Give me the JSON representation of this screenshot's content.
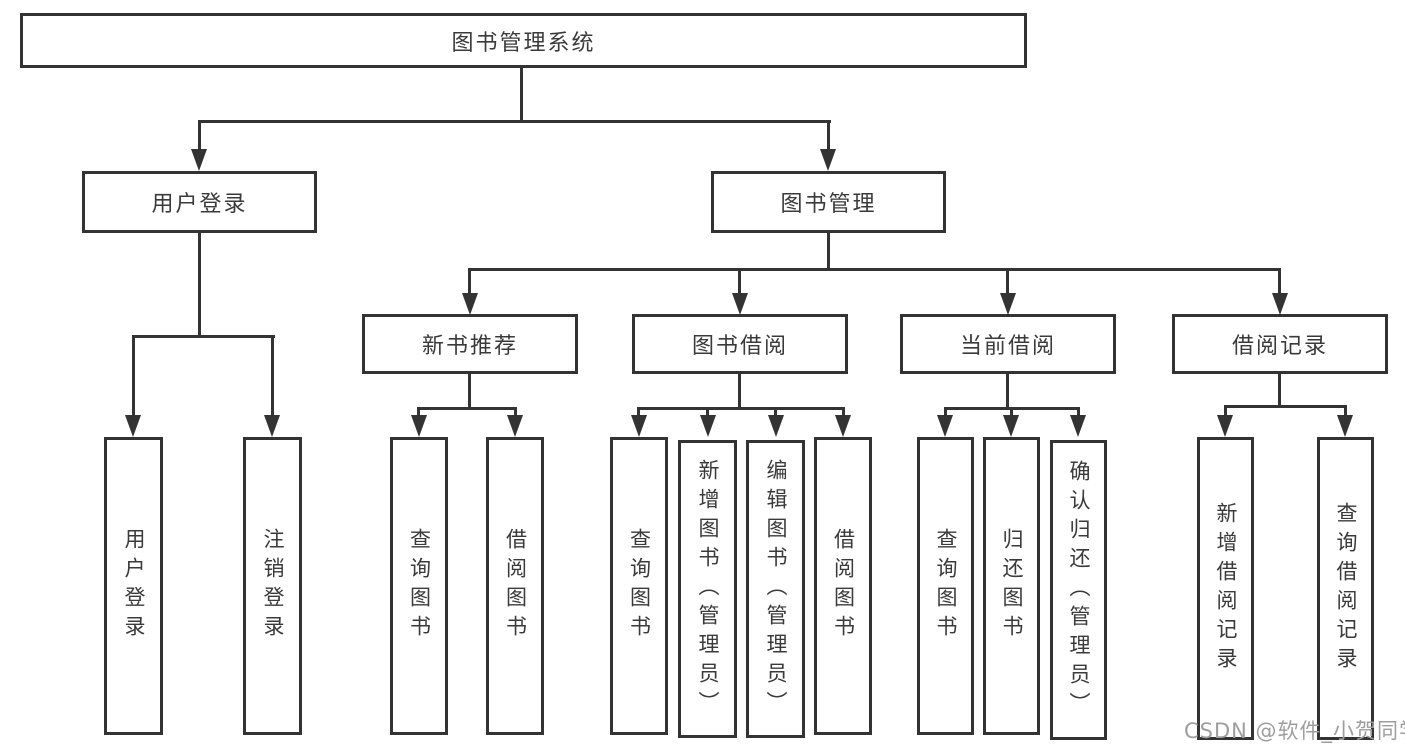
{
  "diagram": {
    "nodes": {
      "root": "图书管理系统",
      "user_login": "用户登录",
      "book_mgmt": "图书管理",
      "new_book_rec": "新书推荐",
      "book_borrow": "图书借阅",
      "current_borrow": "当前借阅",
      "borrow_record": "借阅记录"
    },
    "leaves": {
      "user_login": [
        "用户登录",
        "注销登录"
      ],
      "new_book_rec": [
        "查询图书",
        "借阅图书"
      ],
      "book_borrow": [
        "查询图书",
        "新增图书（管理员）",
        "编辑图书（管理员）",
        "借阅图书"
      ],
      "current_borrow": [
        "查询图书",
        "归还图书",
        "确认归还（管理员）"
      ],
      "borrow_record": [
        "新增借阅记录",
        "查询借阅记录"
      ]
    },
    "colors": {
      "line": "#333333",
      "text": "#3a3a3a",
      "node_background": "#ffffff",
      "watermark": "#9e9e9e"
    }
  },
  "watermark": {
    "text": "CSDN @软件_小贺同学"
  }
}
